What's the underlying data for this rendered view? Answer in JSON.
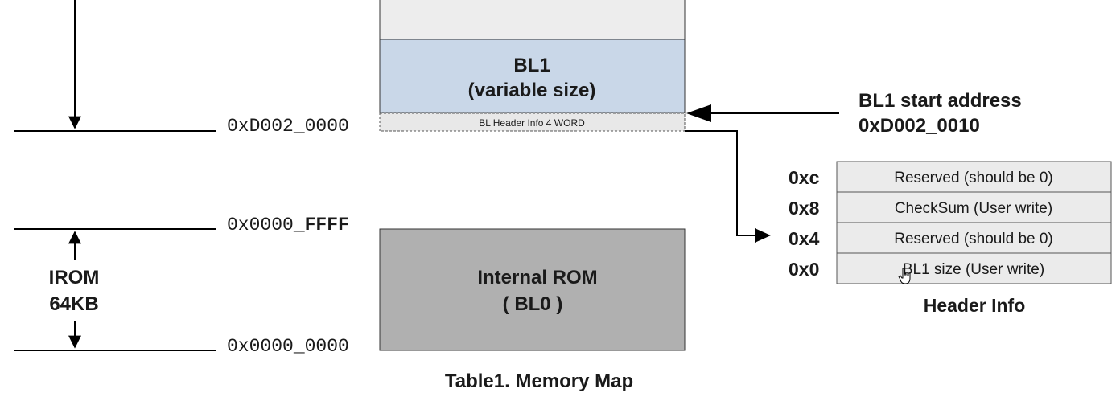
{
  "memory_map": {
    "bl1_label": "BL1",
    "bl1_sublabel": "(variable size)",
    "header_strip_label": "BL Header Info 4 WORD",
    "irom_label": "Internal ROM",
    "irom_sublabel": "( BL0 )",
    "addr_d002_0000": "0xD002_0000",
    "addr_ffff_prefix": "0x0000_",
    "addr_ffff_suffix": "FFFF",
    "addr_0000_0000": "0x0000_0000",
    "irom_size_label": "IROM",
    "irom_size_value": "64KB",
    "caption": "Table1. Memory Map"
  },
  "start_address": {
    "label": "BL1 start address",
    "value": "0xD002_0010"
  },
  "header_info": {
    "title": "Header Info",
    "rows": [
      {
        "offset": "0xc",
        "text": "Reserved (should be 0)"
      },
      {
        "offset": "0x8",
        "text": "CheckSum (User write)"
      },
      {
        "offset": "0x4",
        "text": "Reserved (should be 0)"
      },
      {
        "offset": "0x0",
        "text": "BL1 size (User write)"
      }
    ]
  },
  "colors": {
    "bl1_fill": "#c9d7e8",
    "irom_fill": "#b0b0b0",
    "top_region_fill": "#ededed",
    "header_strip_fill": "#e8e8e8",
    "header_row_fill": "#ebebeb"
  }
}
